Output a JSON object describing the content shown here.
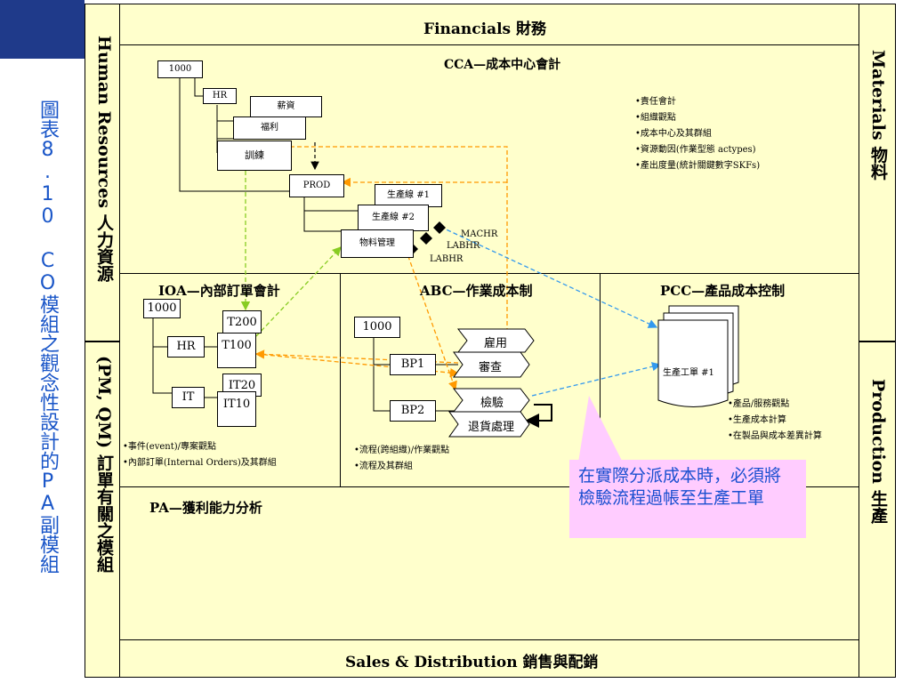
{
  "slide_title": "圖表8.10 CO模組之觀念性設計的PA副模組",
  "top_band": "Financials 財務",
  "bottom_band": "Sales & Distribution 銷售與配銷",
  "left_band_top": "Human Resources 人力資源",
  "left_band_bottom": "(PM, QM) 訂單有關之模組",
  "right_band_top": "Materials 物料",
  "right_band_bottom": "Production 生產",
  "cca": {
    "title": "CCA—成本中心會計",
    "root": "1000",
    "hr": "HR",
    "salary": "薪資",
    "welfare": "福利",
    "training": "訓練",
    "prod": "PROD",
    "line1": "生產線 #1",
    "line2": "生產線 #2",
    "materials_mgmt": "物料管理",
    "machr": "MACHR",
    "labhr1": "LABHR",
    "labhr2": "LABHR",
    "bullets": [
      "•責任會計",
      "•組織觀點",
      "•成本中心及其群組",
      "•資源動因(作業型態 actypes)",
      "•產出度量(統計關鍵數字SKFs)"
    ]
  },
  "ioa": {
    "title": "IOA—內部訂單會計",
    "root": "1000",
    "hr": "HR",
    "it": "IT",
    "t200": "T200",
    "t100": "T100",
    "it20": "IT20",
    "it10": "IT10",
    "bullets": [
      "•事件(event)/專案觀點",
      "•內部訂單(Internal Orders)及其群組"
    ]
  },
  "abc": {
    "title": "ABC—作業成本制",
    "root": "1000",
    "bp1": "BP1",
    "bp2": "BP2",
    "hire": "雇用",
    "review": "審查",
    "inspect": "檢驗",
    "returns": "退貨處理",
    "bullets": [
      "•流程(跨組織)/作業觀點",
      "•流程及其群組"
    ]
  },
  "pcc": {
    "title": "PCC—產品成本控制",
    "work_order": "生產工單 #1",
    "bullets": [
      "•產品/服務觀點",
      "•生產成本計算",
      "•在製品與成本差異計算"
    ]
  },
  "pa": {
    "title": "PA—獲利能力分析"
  },
  "callout": "在實際分派成本時，必須將檢驗流程過帳至生產工單",
  "colors": {
    "frame_fill": "#ffffcc",
    "callout_fill": "#ffccff",
    "callout_text": "#1a4fd0",
    "title_blue": "#1a56c8",
    "orange": "#ff9900",
    "green": "#88cc22",
    "blue": "#3399ee"
  }
}
